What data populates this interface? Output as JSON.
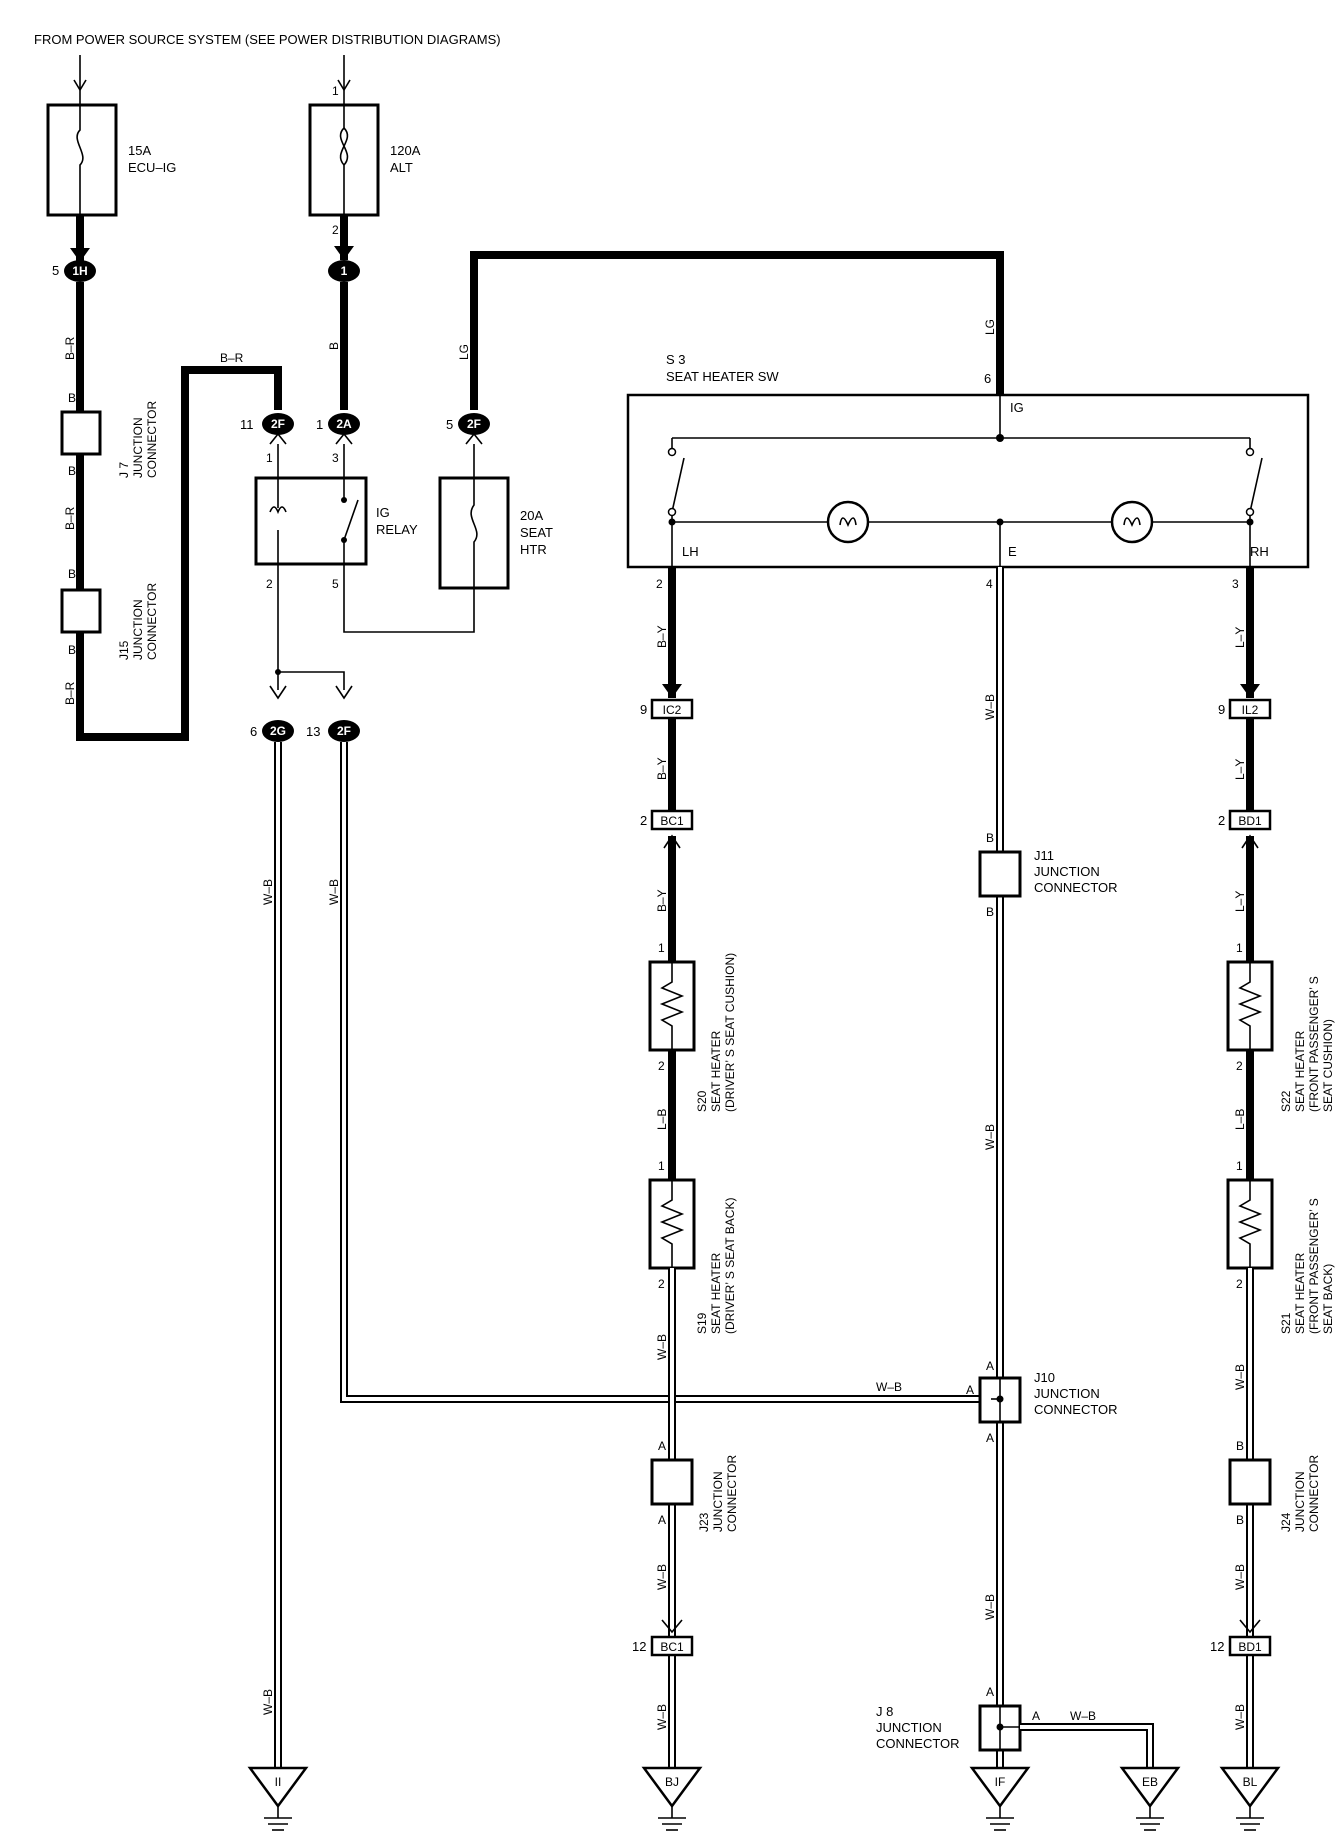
{
  "header": "FROM POWER SOURCE SYSTEM (SEE POWER DISTRIBUTION DIAGRAMS)",
  "fuses": {
    "ecu_ig": {
      "rating": "15A",
      "name": "ECU–IG"
    },
    "alt": {
      "rating": "120A",
      "name": "ALT",
      "pin_top": "1",
      "pin_bottom": "2"
    },
    "seat_htr": {
      "rating": "20A",
      "name1": "SEAT",
      "name2": "HTR"
    }
  },
  "relay": {
    "name1": "IG",
    "name2": "RELAY",
    "pins": [
      "1",
      "3",
      "2",
      "5"
    ]
  },
  "switch": {
    "id": "S 3",
    "name": "SEAT HEATER SW",
    "pin_ig": "6",
    "term_ig": "IG",
    "term_lh": "LH",
    "term_e": "E",
    "term_rh": "RH",
    "pin_lh": "2",
    "pin_e": "4",
    "pin_rh": "3"
  },
  "connectors": {
    "c1h": {
      "pin": "5",
      "label": "1H"
    },
    "c1": {
      "label": "1"
    },
    "c2f_a": {
      "pin": "11",
      "label": "2F"
    },
    "c2a": {
      "pin": "1",
      "label": "2A"
    },
    "c2f_b": {
      "pin": "5",
      "label": "2F"
    },
    "c2g": {
      "pin": "6",
      "label": "2G"
    },
    "c2f_c": {
      "pin": "13",
      "label": "2F"
    },
    "ic2": {
      "pin": "9",
      "label": "IC2"
    },
    "il2": {
      "pin": "9",
      "label": "IL2"
    },
    "bc1_top": {
      "pin": "2",
      "label": "BC1"
    },
    "bd1_top": {
      "pin": "2",
      "label": "BD1"
    },
    "bc1_bot": {
      "pin": "12",
      "label": "BC1"
    },
    "bd1_bot": {
      "pin": "12",
      "label": "BD1"
    }
  },
  "junctions": {
    "j7": {
      "id": "J 7",
      "name1": "JUNCTION",
      "name2": "CONNECTOR",
      "pin_top": "B",
      "pin_bottom": "B"
    },
    "j15": {
      "id": "J15",
      "name1": "JUNCTION",
      "name2": "CONNECTOR",
      "pin_top": "B",
      "pin_bottom": "B"
    },
    "j11": {
      "id": "J11",
      "name1": "JUNCTION",
      "name2": "CONNECTOR",
      "pin_top": "B",
      "pin_bottom": "B"
    },
    "j10": {
      "id": "J10",
      "name1": "JUNCTION",
      "name2": "CONNECTOR",
      "pin_top": "A",
      "pin_left": "A",
      "pin_bottom": "A"
    },
    "j23": {
      "id": "J23",
      "name1": "JUNCTION",
      "name2": "CONNECTOR",
      "pin_top": "A",
      "pin_bottom": "A"
    },
    "j24": {
      "id": "J24",
      "name1": "JUNCTION",
      "name2": "CONNECTOR",
      "pin_top": "B",
      "pin_bottom": "B"
    },
    "j8": {
      "id": "J 8",
      "name1": "JUNCTION",
      "name2": "CONNECTOR",
      "pin_top": "A",
      "pin_right": "A"
    }
  },
  "heaters": {
    "s20": {
      "id": "S20",
      "line1": "SEAT HEATER",
      "line2": "(DRIVER’ S SEAT CUSHION)",
      "pin_top": "1",
      "pin_bottom": "2"
    },
    "s19": {
      "id": "S19",
      "line1": "SEAT HEATER",
      "line2": "(DRIVER’ S SEAT BACK)",
      "pin_top": "1",
      "pin_bottom": "2"
    },
    "s22": {
      "id": "S22",
      "line1": "SEAT HEATER",
      "line2": "(FRONT PASSENGER’ S",
      "line3": "SEAT CUSHION)",
      "pin_top": "1",
      "pin_bottom": "2"
    },
    "s21": {
      "id": "S21",
      "line1": "SEAT HEATER",
      "line2": "(FRONT PASSENGER’ S",
      "line3": "SEAT BACK)",
      "pin_top": "1",
      "pin_bottom": "2"
    }
  },
  "wires": {
    "br": "B–R",
    "b": "B",
    "lg": "LG",
    "by": "B–Y",
    "ly": "L–Y",
    "lb": "L–B",
    "wb": "W–B"
  },
  "grounds": [
    "II",
    "BJ",
    "IF",
    "EB",
    "BL"
  ]
}
